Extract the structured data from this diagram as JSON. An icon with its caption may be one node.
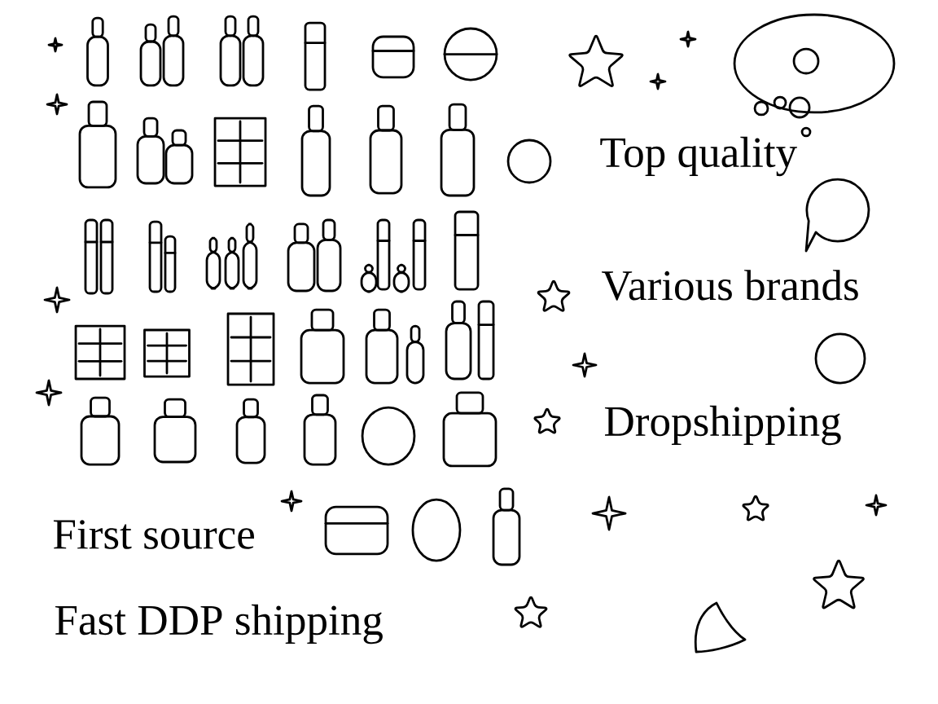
{
  "diagram": {
    "labels": [
      "Top quality",
      "Various brands",
      "Dropshipping",
      "First source",
      "Fast DDP shipping"
    ]
  }
}
